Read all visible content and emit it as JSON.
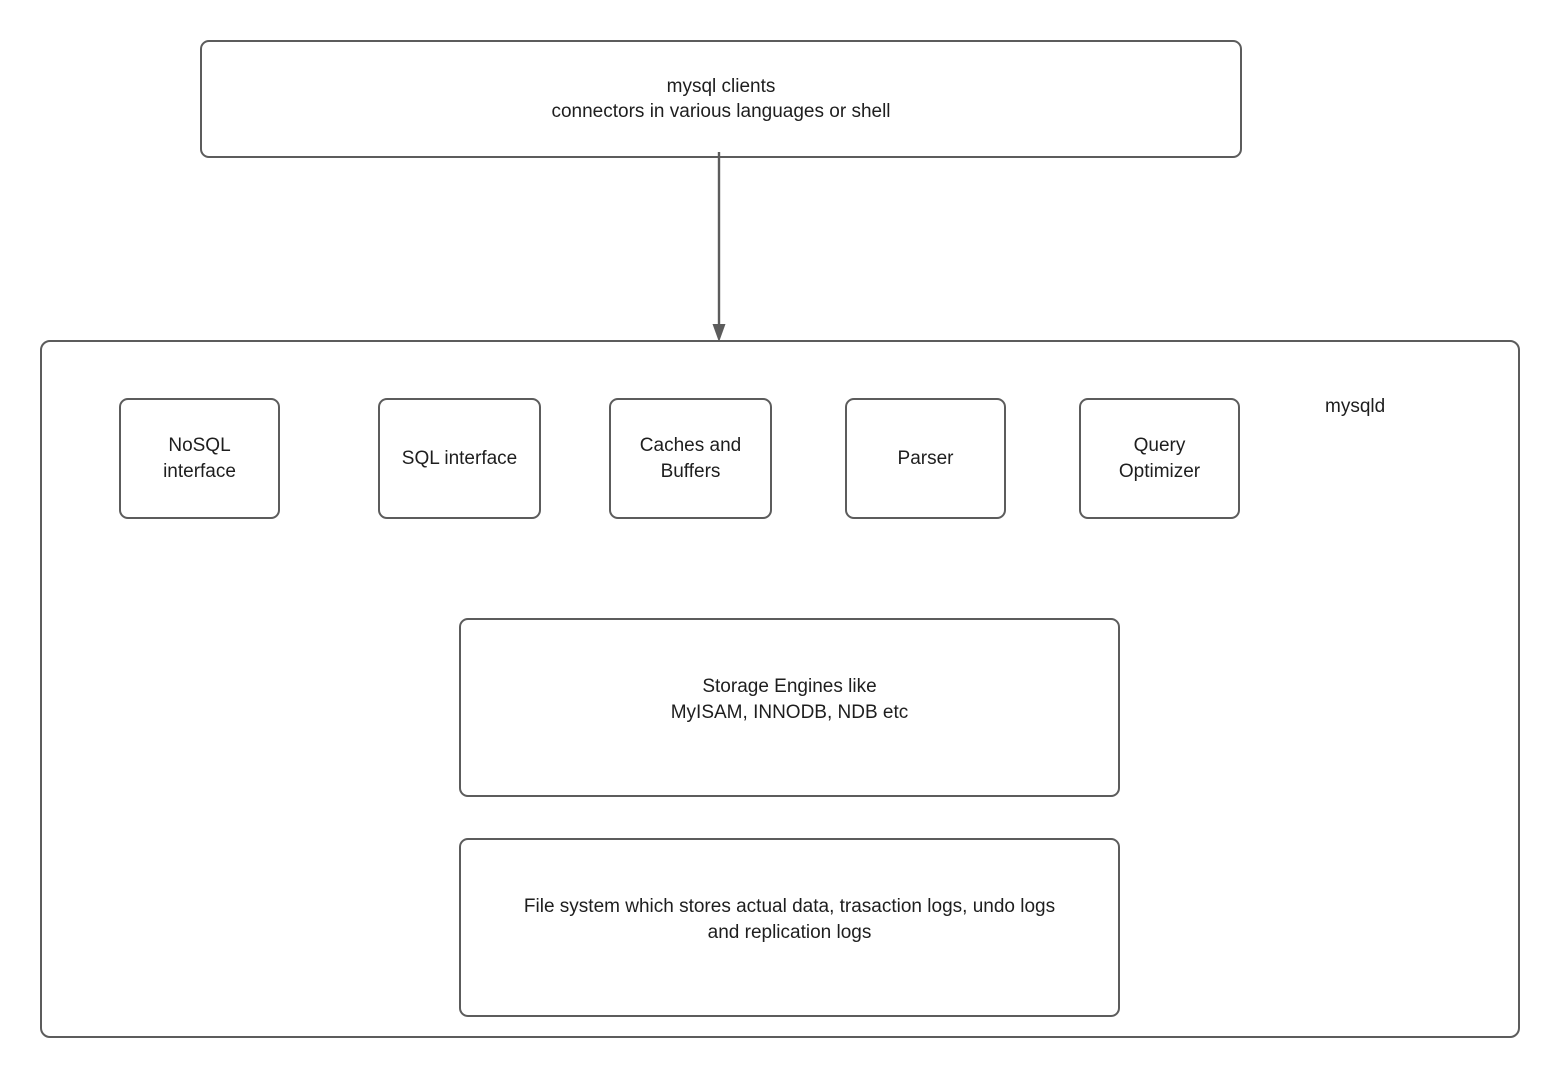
{
  "diagram": {
    "title_label": "mysqld",
    "nodes": {
      "clients": "mysql clients\nconnectors in various languages or shell",
      "nosql_interface": "NoSQL\ninterface",
      "sql_interface": "SQL interface",
      "caches_buffers": "Caches and\nBuffers",
      "parser": "Parser",
      "query_optimizer": "Query\nOptimizer",
      "storage_engines": "Storage Engines like\nMyISAM, INNODB, NDB etc",
      "file_system": "File system which stores actual data, trasaction logs, undo logs\nand replication logs"
    },
    "connector": {
      "from": "clients",
      "to": "mysqld",
      "label": ""
    },
    "colors": {
      "stroke": "#5c5c5c",
      "text": "#1e1e1e",
      "background": "#ffffff"
    }
  }
}
